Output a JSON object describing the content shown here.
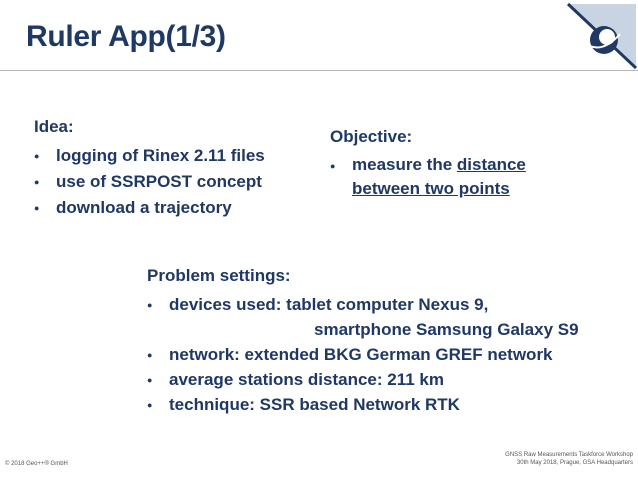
{
  "slide": {
    "title": "Ruler App(1/3)"
  },
  "idea": {
    "heading": "Idea:",
    "items": [
      "logging of Rinex 2.11 files",
      "use of SSRPOST concept",
      "download a trajectory"
    ]
  },
  "objective": {
    "heading": "Objective:",
    "item_prefix": "measure the ",
    "item_underline_1": "distance",
    "item_underline_2": "between two points"
  },
  "problem": {
    "heading": "Problem settings:",
    "devices": "devices used: tablet computer Nexus 9,",
    "devices_cont": "smartphone Samsung Galaxy S9",
    "network": "network: extended BKG German GREF network",
    "stations": "average stations distance: 211 km",
    "technique": "technique: SSR based Network RTK"
  },
  "footer": {
    "copyright": "© 2018 Geo++® GmbH",
    "event_line1": "GNSS Raw Measurements Taskforce Workshop",
    "event_line2": "30th May 2018, Prague, GSA Headquarters"
  },
  "colors": {
    "text": "#1f3864",
    "logo_dark": "#1f3864",
    "logo_light": "#c9d4e3"
  }
}
